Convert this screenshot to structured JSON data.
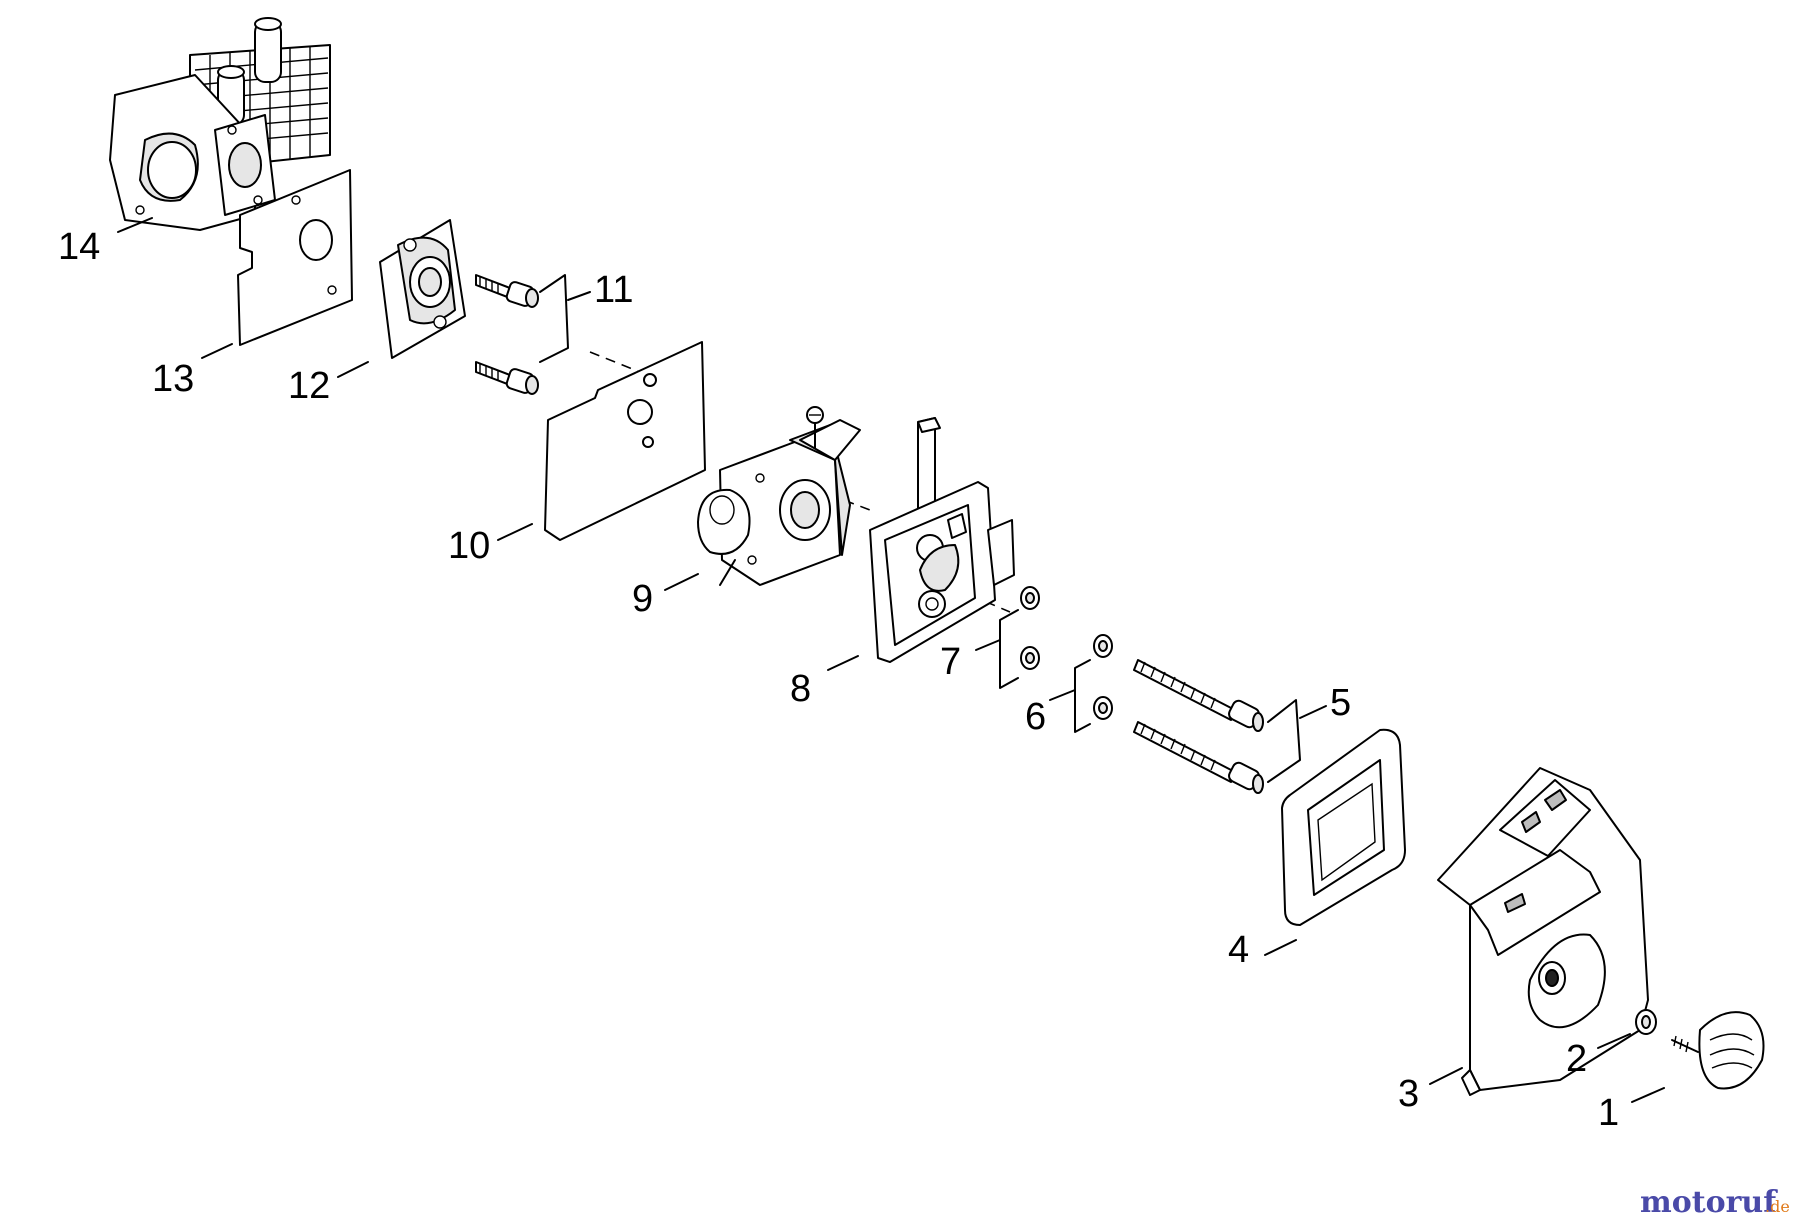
{
  "labels": {
    "p1": "1",
    "p2": "2",
    "p3": "3",
    "p4": "4",
    "p5": "5",
    "p6": "6",
    "p7": "7",
    "p8": "8",
    "p9": "9",
    "p10": "10",
    "p11": "11",
    "p12": "12",
    "p13": "13",
    "p14": "14"
  },
  "watermark": {
    "brand": "motoruf",
    "suffix": ".de",
    "brand_color": "#4a4aa8",
    "accent_color": "#e07a1a"
  }
}
